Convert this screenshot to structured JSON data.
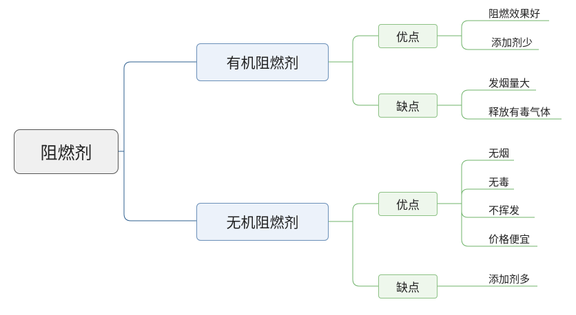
{
  "root": "阻燃剂",
  "organic": {
    "label": "有机阻燃剂",
    "pros": {
      "label": "优点",
      "items": [
        "阻燃效果好",
        "添加剂少"
      ]
    },
    "cons": {
      "label": "缺点",
      "items": [
        "发烟量大",
        "释放有毒气体"
      ]
    }
  },
  "inorganic": {
    "label": "无机阻燃剂",
    "pros": {
      "label": "优点",
      "items": [
        "无烟",
        "无毒",
        "不挥发",
        "价格便宜"
      ]
    },
    "cons": {
      "label": "缺点",
      "items": [
        "添加剂多"
      ]
    }
  },
  "colors": {
    "root_line": "#2e5f8f",
    "branch_line": "#6fb36a"
  }
}
